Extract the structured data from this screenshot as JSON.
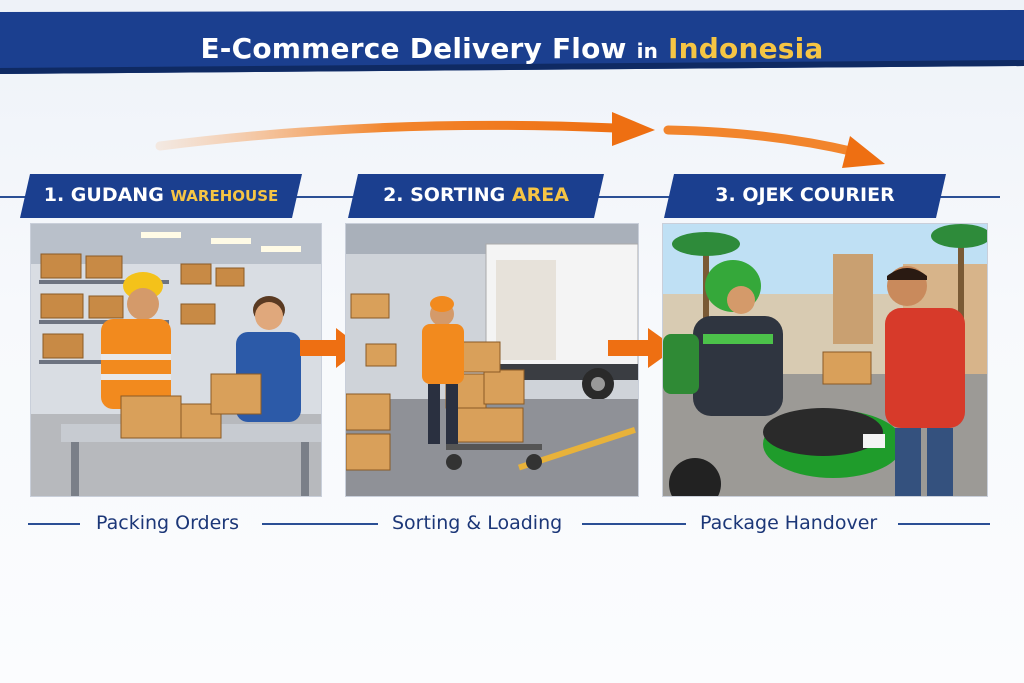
{
  "banner": {
    "title_main": "E-Commerce Delivery Flow",
    "title_in": "in",
    "title_accent": "Indonesia"
  },
  "steps": [
    {
      "number_label": "1. GUDANG",
      "accent_label": "WAREHOUSE",
      "caption": "Packing Orders",
      "scene_icon": "warehouse-packing"
    },
    {
      "number_label": "2. SORTING",
      "accent_label": "AREA",
      "caption": "Sorting & Loading",
      "scene_icon": "sorting-loading-truck"
    },
    {
      "number_label": "3. OJEK COURIER",
      "accent_label": "",
      "caption": "Package Handover",
      "scene_icon": "motorbike-courier-handover"
    }
  ],
  "colors": {
    "banner_blue": "#1b3f8f",
    "accent_yellow": "#f6c544",
    "arrow_orange": "#f0781e",
    "caption_navy": "#1c3778"
  }
}
